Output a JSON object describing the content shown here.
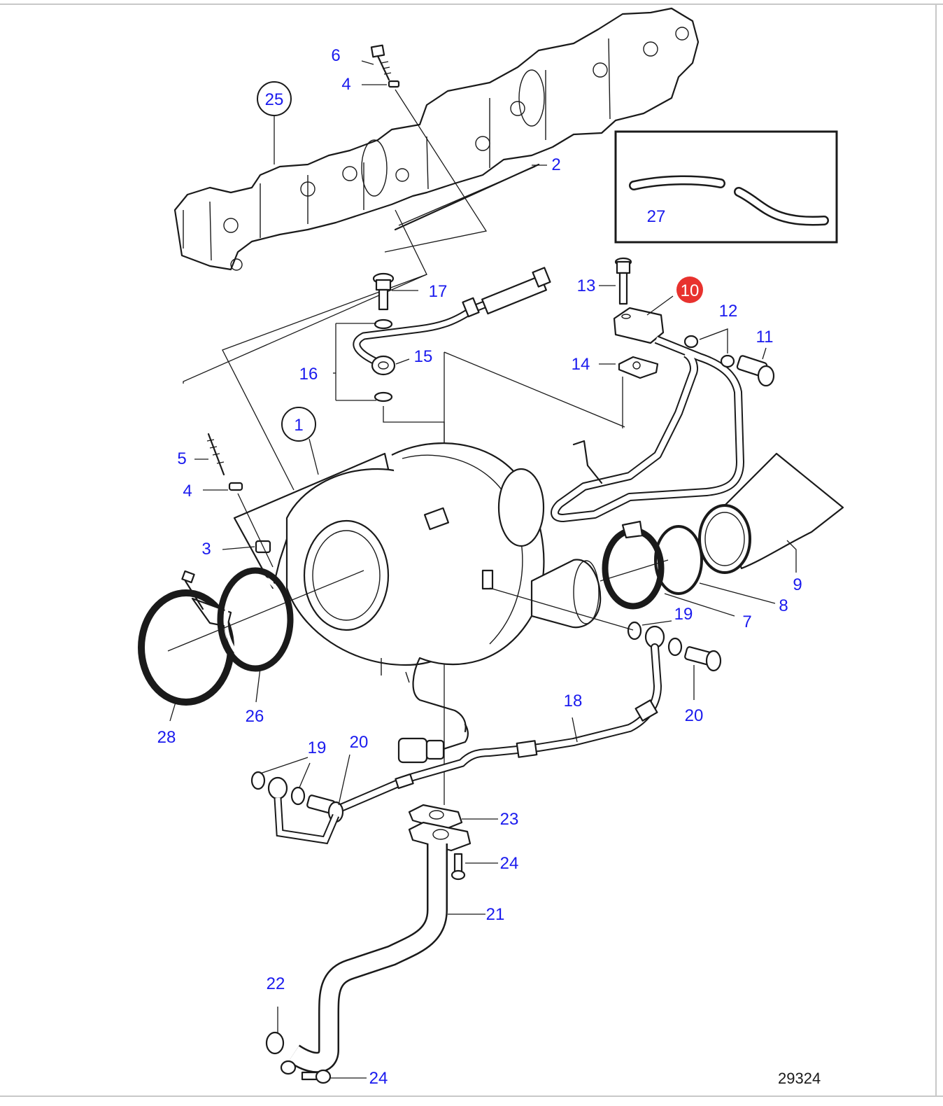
{
  "diagram": {
    "reference_number": "29324",
    "callout_color": "#1a1aee",
    "highlight_color": "#e8322e",
    "callouts": {
      "c1": "1",
      "c2": "2",
      "c3": "3",
      "c4a": "4",
      "c4b": "4",
      "c5": "5",
      "c6": "6",
      "c7": "7",
      "c8": "8",
      "c9": "9",
      "c10": "10",
      "c11": "11",
      "c12": "12",
      "c13": "13",
      "c14": "14",
      "c15": "15",
      "c16": "16",
      "c17": "17",
      "c18": "18",
      "c19a": "19",
      "c19b": "19",
      "c20a": "20",
      "c20b": "20",
      "c21": "21",
      "c22": "22",
      "c23": "23",
      "c24a": "24",
      "c24b": "24",
      "c25": "25",
      "c26": "26",
      "c27": "27",
      "c28": "28"
    }
  }
}
